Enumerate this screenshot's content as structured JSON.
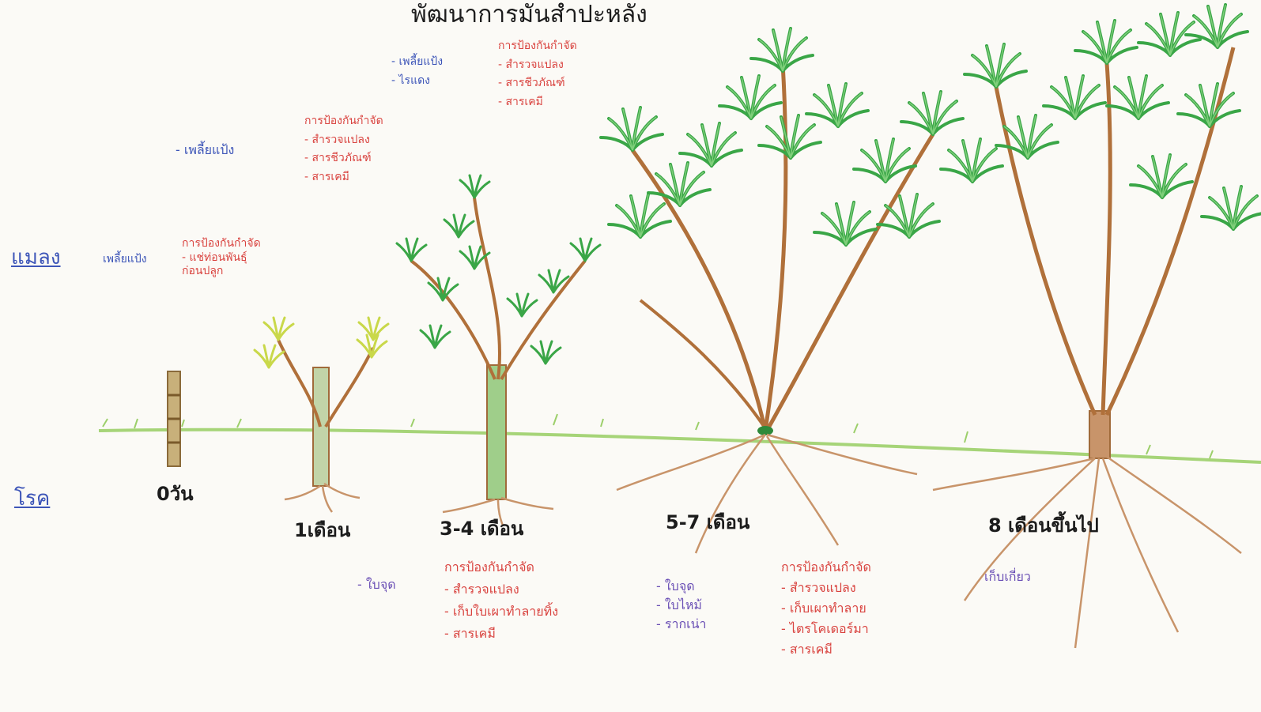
{
  "colors": {
    "pest_text": "#3d55b8",
    "control_text": "#d9433f",
    "disease_text": "#6a4fb5",
    "leaf_green": "#3aa647",
    "stem_brown": "#b0703a",
    "root_tan": "#c8946a",
    "ground_green": "#9ccf6a"
  },
  "title": "พัฒนาการมันสำปะหลัง",
  "side_labels": {
    "pests": "แมลง",
    "diseases": "โรค"
  },
  "stages": [
    {
      "label": "0วัน"
    },
    {
      "label": "1เดือน"
    },
    {
      "label": "3-4 เดือน"
    },
    {
      "label": "5-7 เดือน"
    },
    {
      "label": "8 เดือนขึ้นไป"
    }
  ],
  "pest_notes": {
    "stage0": {
      "pest": "เพลี้ยแป้ง",
      "control_title": "การป้องกันกำจัด",
      "controls": [
        "- แช่ท่อนพันธุ์",
        "ก่อนปลูก"
      ]
    },
    "stage1": {
      "pest": "- เพลี้ยแป้ง",
      "control_title": "การป้องกันกำจัด",
      "controls": [
        "- สำรวจแปลง",
        "- สารชีวภัณฑ์",
        "- สารเคมี"
      ]
    },
    "stage2": {
      "pests": [
        "- เพลี้ยแป้ง",
        "- ไรแดง"
      ],
      "control_title": "การป้องกันกำจัด",
      "controls": [
        "- สำรวจแปลง",
        "- สารชีวภัณฑ์",
        "- สารเคมี"
      ]
    }
  },
  "disease_notes": {
    "stage2": {
      "disease": "- ใบจุด",
      "control_title": "การป้องกันกำจัด",
      "controls": [
        "- สำรวจแปลง",
        "- เก็บใบเผาทำลายทิ้ง",
        "- สารเคมี"
      ]
    },
    "stage3": {
      "diseases": [
        "- ใบจุด",
        "- ใบไหม้",
        "- รากเน่า"
      ],
      "control_title": "การป้องกันกำจัด",
      "controls": [
        "- สำรวจแปลง",
        "- เก็บเผาทำลาย",
        "- ไตรโคเดอร์มา",
        "- สารเคมี"
      ]
    },
    "stage4": {
      "note": "เก็บเกี่ยว"
    }
  }
}
